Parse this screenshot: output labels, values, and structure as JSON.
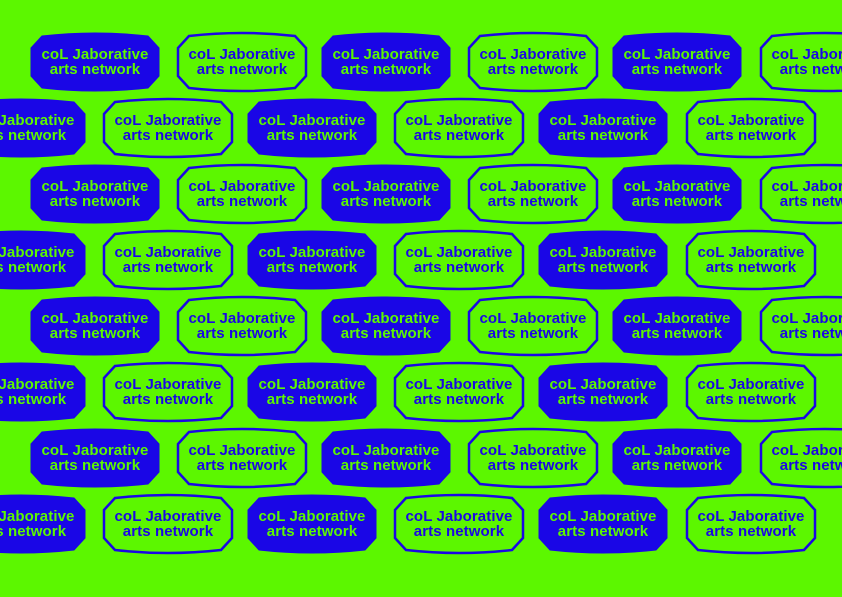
{
  "pattern": {
    "background_color": "#5cf700",
    "ink_color": "#1a06e6",
    "logo": {
      "line1": "coL Jaborative",
      "line2": "arts network"
    },
    "row_style_sequence": [
      [
        "filled",
        "outline",
        "filled",
        "outline",
        "filled",
        "outline"
      ],
      [
        "filled",
        "outline",
        "filled",
        "outline",
        "filled",
        "outline"
      ]
    ],
    "rows": 8,
    "badges_per_row": 6
  }
}
